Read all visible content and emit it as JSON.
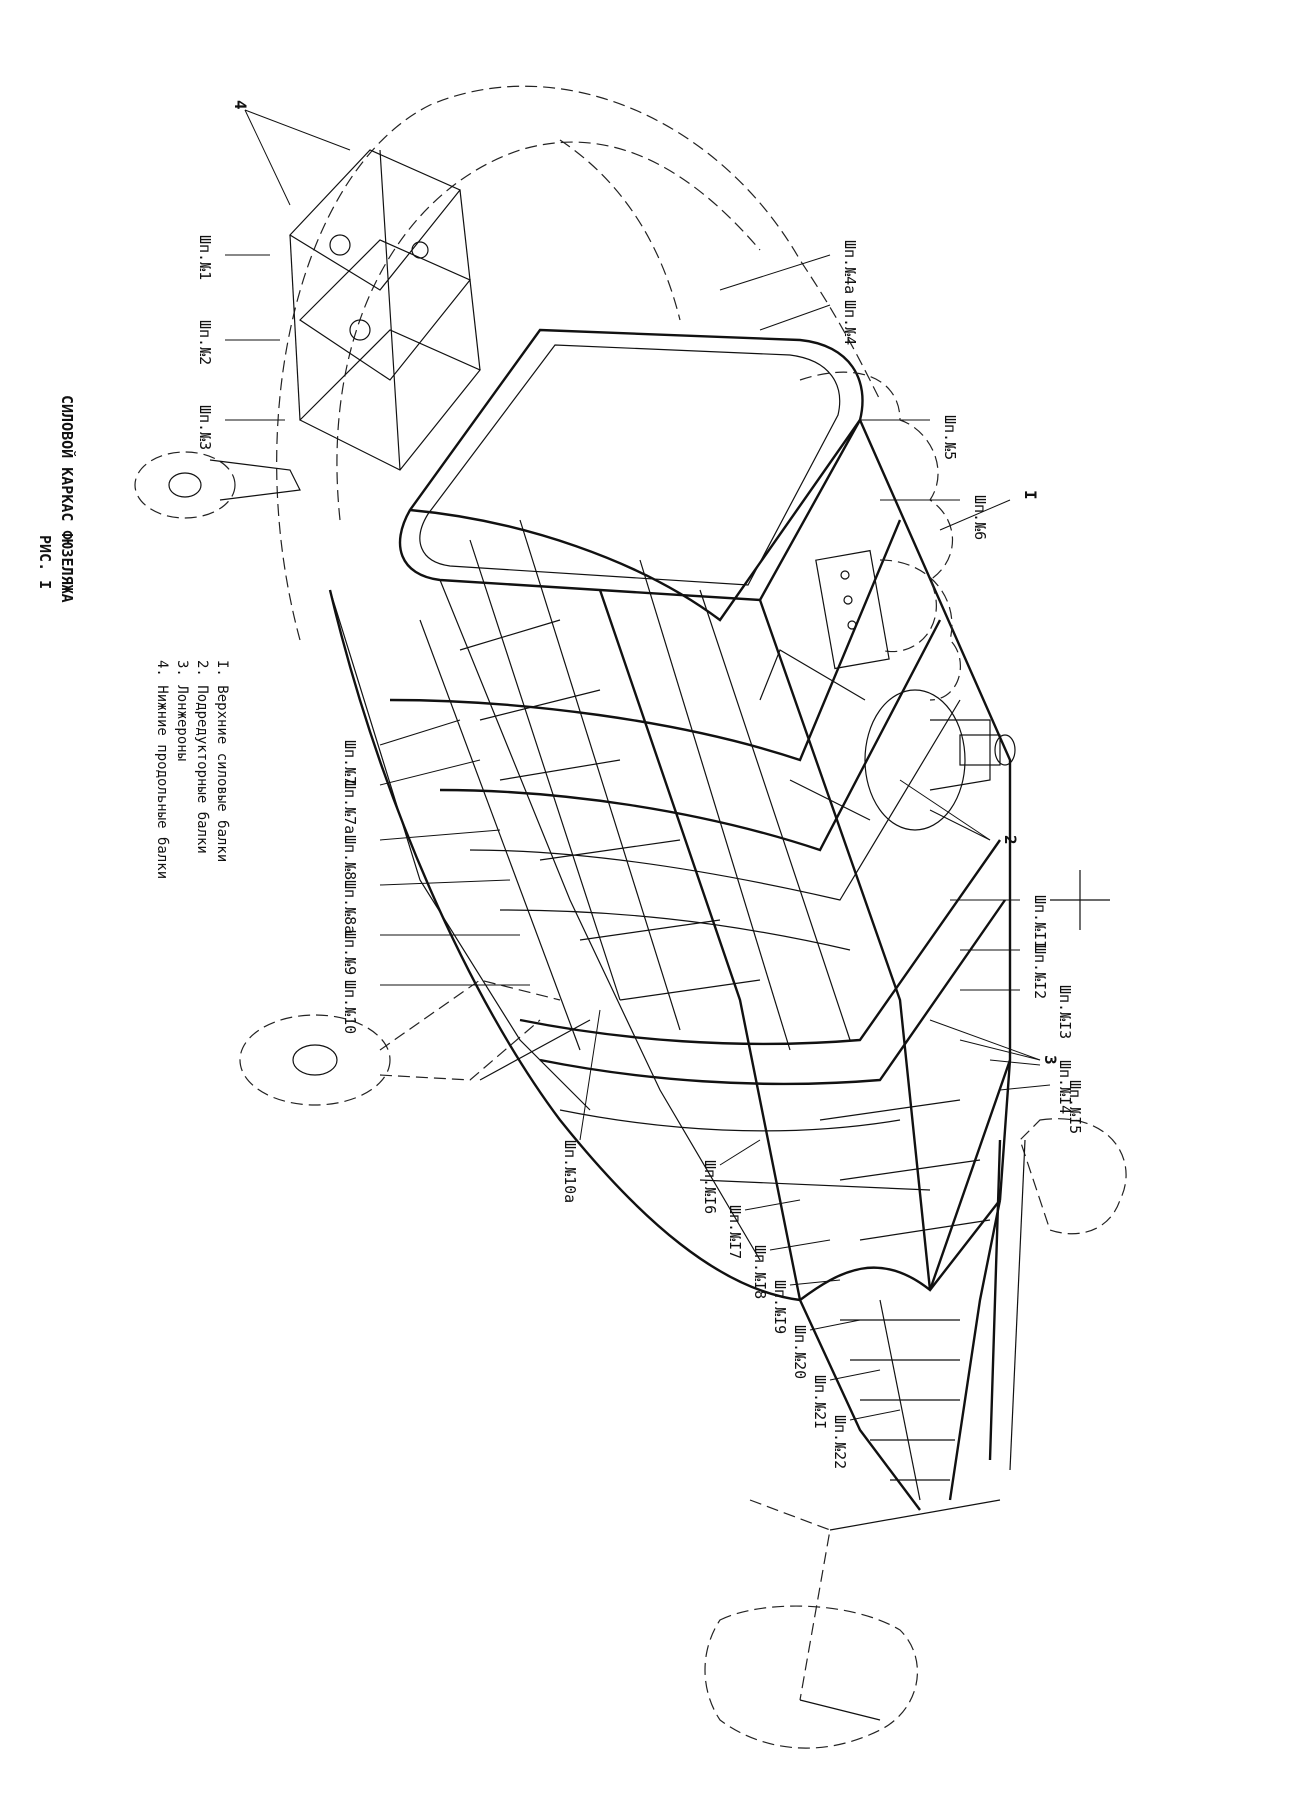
{
  "caption": {
    "title": "СИЛОВОЙ КАРКАС ФЮЗЕЛЯЖА",
    "figure": "РИС. I"
  },
  "legend": [
    "I. Верхние силовые балки",
    "2. Подредукторные балки",
    "3. Лонжероны",
    "4. Нижние продольные балки"
  ],
  "callout_numbers": {
    "n1": "I",
    "n2": "2",
    "n3": "3",
    "n4": "4"
  },
  "frames": {
    "f1": "Шп.№1",
    "f2": "Шп.№2",
    "f3": "Шп.№3",
    "f4a": "Шп.№4а",
    "f4": "Шп.№4",
    "f5": "Шп.№5",
    "f6": "Шп.№6",
    "f7": "Шп.№7",
    "f7a": "Шп.№7а",
    "f8": "Шп.№8",
    "f8a": "Шп.№8а",
    "f9": "Шп.№9",
    "f10": "Шп.№10",
    "f10a": "Шп.№10а",
    "f11": "Шп.№II",
    "f12": "Шп.№I2",
    "f13": "Шп.№I3",
    "f14": "Шп.№I4",
    "f15": "Шп.№I5",
    "f16": "Шп.№I6",
    "f17": "Шп.№I7",
    "f18": "Шп.№I8",
    "f19": "Шп.№I9",
    "f20": "Шп.№20",
    "f21": "Шп.№2I",
    "f22": "Шп.№22"
  }
}
